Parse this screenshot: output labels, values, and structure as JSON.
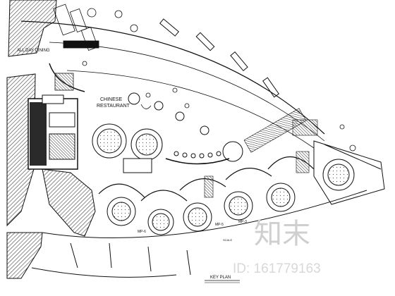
{
  "plan": {
    "title": "KEY PLAN",
    "scale_label": "SCALE",
    "room_labels": {
      "chinese_restaurant_1": "CHINESE",
      "chinese_restaurant_2": "RESTAURANT",
      "top_left": "ALL DAY DINING",
      "bottom_a": "MP-6",
      "bottom_b": "MP-5",
      "bottom_c": "MP-3"
    }
  },
  "watermark": {
    "logo_text": "知末",
    "id_text": "ID: 161779163"
  },
  "colors": {
    "ink": "#111111",
    "hatch": "#555555",
    "solid": "#2a2a2a",
    "watermark": "#cfcfcf"
  }
}
